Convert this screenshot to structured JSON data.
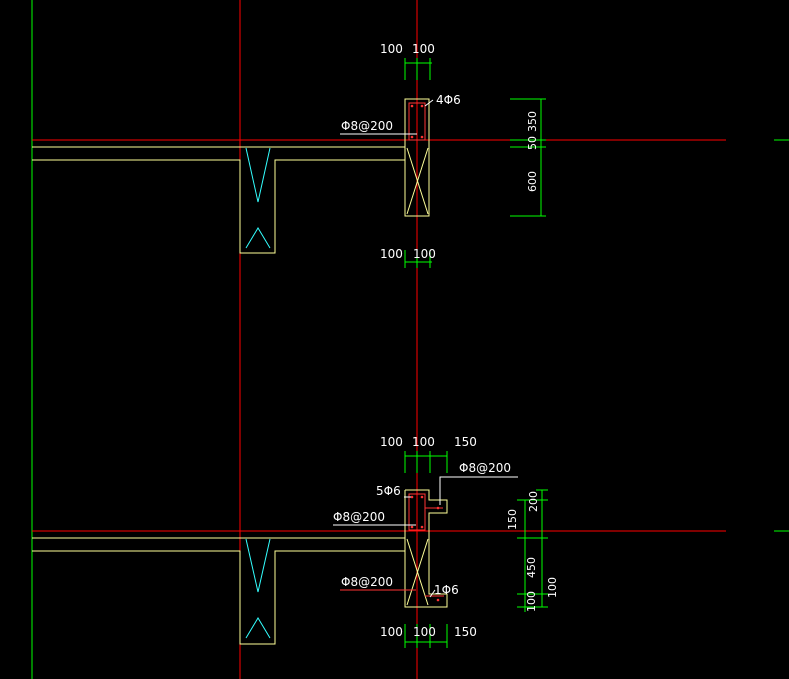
{
  "colors": {
    "background": "#000000",
    "axis_red": "#ff0000",
    "grid_green": "#00ff00",
    "wall_yellow": "#ffff99",
    "beam_outline": "#ffffcc",
    "rebar": "#ff3333",
    "cyan": "#33ffff",
    "text": "#ffffff"
  },
  "top_detail": {
    "dim_top_left": "100",
    "dim_top_right": "100",
    "dim_bottom_left": "100",
    "dim_bottom_right": "100",
    "longitudinal_bar": "4Φ6",
    "stirrup": "Φ8@200",
    "vertical_dims": [
      "350",
      "50",
      "600"
    ]
  },
  "bottom_detail": {
    "dim_top_1": "100",
    "dim_top_2": "100",
    "dim_top_3": "150",
    "dim_bottom_1": "100",
    "dim_bottom_2": "100",
    "dim_bottom_3": "150",
    "stirrup_top_right": "Φ8@200",
    "longitudinal_bar": "5Φ6",
    "stirrup_slab": "Φ8@200",
    "stirrup_lower": "Φ8@200",
    "bottom_bar": "1Φ6",
    "vertical_dims_left": [
      "150",
      "450",
      "100"
    ],
    "vertical_dims_right": [
      "200",
      "100"
    ]
  }
}
